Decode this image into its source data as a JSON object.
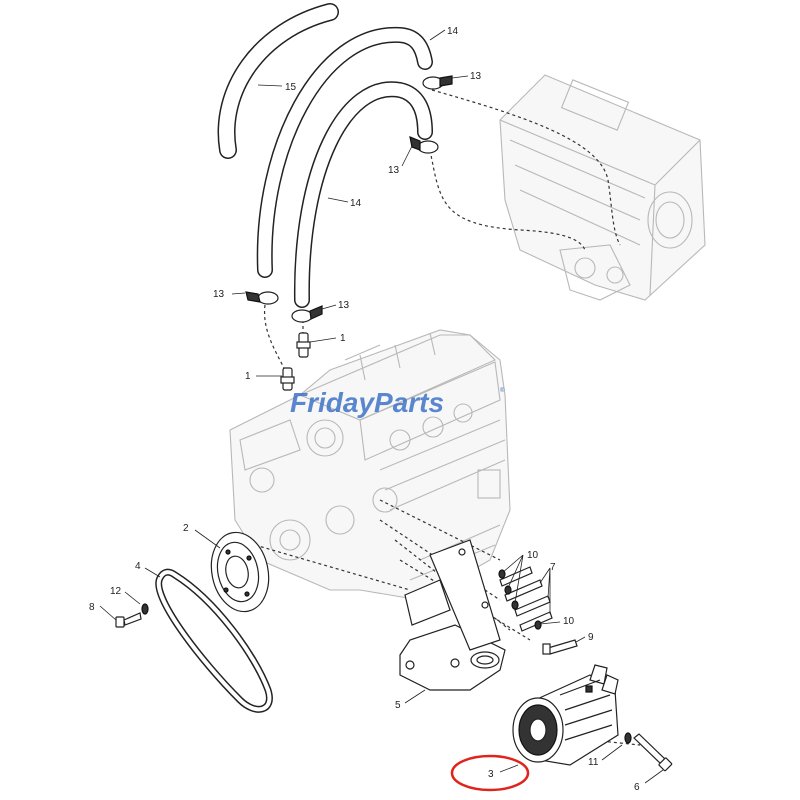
{
  "watermark": {
    "text": "FridayParts",
    "reg": "®"
  },
  "callouts": {
    "c1a": "1",
    "c1b": "1",
    "c2": "2",
    "c3": "3",
    "c4": "4",
    "c5": "5",
    "c6": "6",
    "c7": "7",
    "c8": "8",
    "c9": "9",
    "c10a": "10",
    "c10b": "10",
    "c11": "11",
    "c12": "12",
    "c13a": "13",
    "c13b": "13",
    "c13c": "13",
    "c13d": "13",
    "c14a": "14",
    "c14b": "14",
    "c15": "15"
  },
  "highlight": {
    "target_callout": "3",
    "color": "#e0231b"
  },
  "colors": {
    "line": "#222222",
    "ghost": "#b8b8b8",
    "watermark": "#3f73c8"
  }
}
